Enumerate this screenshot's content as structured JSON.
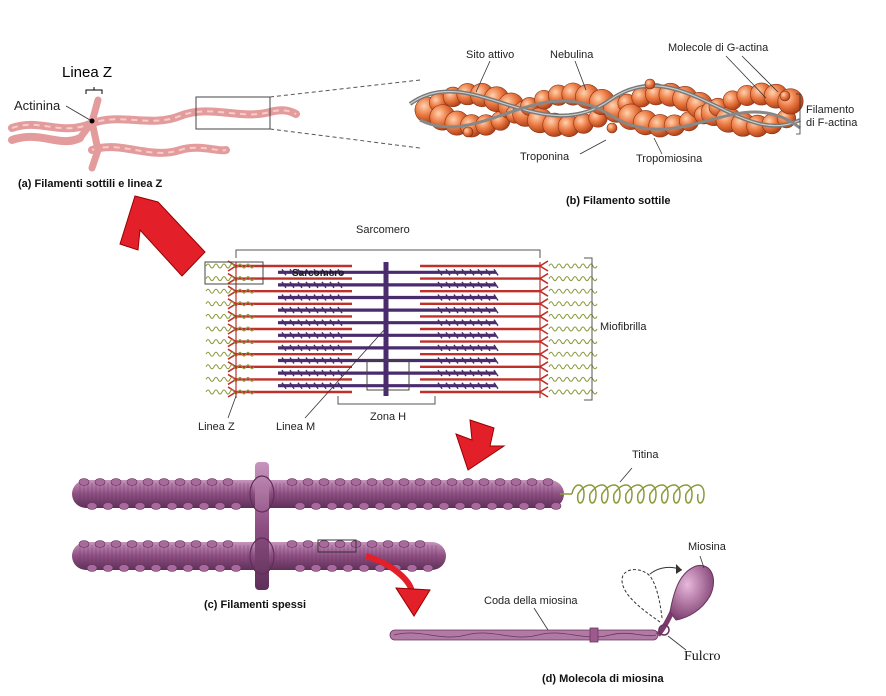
{
  "colors": {
    "actin_pink": "#e8a0a0",
    "g_actin_orange": "#e06a36",
    "thin_red": "#c0302a",
    "thick_purple": "#4a2c6e",
    "myosin_mauve": "#9c5b8c",
    "titin_green": "#8a9a3a",
    "arrow_red": "#e3202a"
  },
  "panel_a": {
    "line_z": "Linea Z",
    "actinin": "Actinina",
    "caption": "(a)  Filamenti sottili e linea Z"
  },
  "panel_b": {
    "active_site": "Sito attivo",
    "nebulin": "Nebulina",
    "g_actin": "Molecole di G-actina",
    "f_actin_1": "Filamento",
    "f_actin_2": "di F-actina",
    "troponin": "Troponina",
    "tropomyosin": "Tropomiosina",
    "caption": "(b)  Filamento sottile"
  },
  "sarcomere": {
    "sarcomere": "Sarcomero",
    "myofibril": "Miofibrilla",
    "zone_h": "Zona H",
    "line_z": "Linea Z",
    "line_m": "Linea M",
    "overlap_text": "Sarcomero"
  },
  "panel_c": {
    "titin": "Titina",
    "caption": "(c)  Filamenti spessi"
  },
  "panel_d": {
    "myosin": "Miosina",
    "tail": "Coda della miosina",
    "fulcrum": "Fulcro",
    "caption": "(d)  Molecola di miosina"
  }
}
